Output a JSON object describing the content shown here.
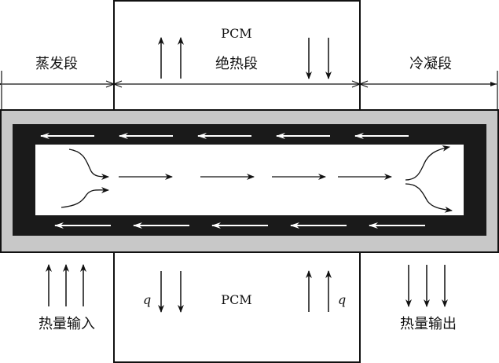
{
  "labels": {
    "evaporator": "蒸发段",
    "adiabatic": "绝热段",
    "condenser": "冷凝段",
    "pcm_top": "PCM",
    "pcm_bottom": "PCM",
    "heat_in": "热量输入",
    "heat_out": "热量输出",
    "q_left": "q",
    "q_right": "q"
  },
  "colors": {
    "wall": "#c8c8c8",
    "wick": "#1a1a1a",
    "vapor": "#ffffff"
  }
}
